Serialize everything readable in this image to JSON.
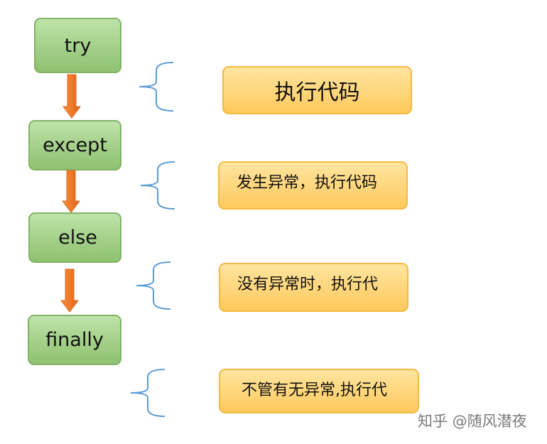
{
  "flow": {
    "nodes": [
      {
        "label": "try"
      },
      {
        "label": "except"
      },
      {
        "label": "else"
      },
      {
        "label": "finally"
      }
    ]
  },
  "notes": [
    {
      "text": "执行代码"
    },
    {
      "text": "发生异常，执行代码"
    },
    {
      "text": "没有异常时，执行代"
    },
    {
      "text": "不管有无异常,执行代"
    }
  ],
  "watermark": "知乎 @随风潜夜",
  "colors": {
    "node_fill": "#a6d18c",
    "node_border": "#82b366",
    "note_fill": "#ffd77e",
    "note_border": "#f4b942",
    "arrow": "#ee7a2a",
    "brace": "#5b9bd5"
  }
}
